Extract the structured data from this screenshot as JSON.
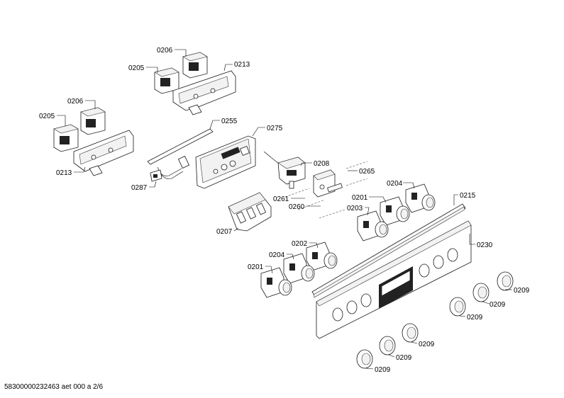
{
  "document_id": "58300000232463 aet 000 a 2/6",
  "callouts": [
    {
      "key": "c0206a",
      "text": "0206"
    },
    {
      "key": "c0205a",
      "text": "0205"
    },
    {
      "key": "c0213a",
      "text": "0213"
    },
    {
      "key": "c0206b",
      "text": "0206"
    },
    {
      "key": "c0205b",
      "text": "0205"
    },
    {
      "key": "c0213b",
      "text": "0213"
    },
    {
      "key": "c0255",
      "text": "0255"
    },
    {
      "key": "c0275",
      "text": "0275"
    },
    {
      "key": "c0287",
      "text": "0287"
    },
    {
      "key": "c0208",
      "text": "0208"
    },
    {
      "key": "c0265",
      "text": "0265"
    },
    {
      "key": "c0261",
      "text": "0261"
    },
    {
      "key": "c0260",
      "text": "0260"
    },
    {
      "key": "c0207",
      "text": "0207"
    },
    {
      "key": "c0204a",
      "text": "0204"
    },
    {
      "key": "c0201a",
      "text": "0201"
    },
    {
      "key": "c0203",
      "text": "0203"
    },
    {
      "key": "c0215",
      "text": "0215"
    },
    {
      "key": "c0230",
      "text": "0230"
    },
    {
      "key": "c0202",
      "text": "0202"
    },
    {
      "key": "c0204b",
      "text": "0204"
    },
    {
      "key": "c0201b",
      "text": "0201"
    },
    {
      "key": "c0209a",
      "text": "0209"
    },
    {
      "key": "c0209b",
      "text": "0209"
    },
    {
      "key": "c0209c",
      "text": "0209"
    },
    {
      "key": "c0209d",
      "text": "0209"
    },
    {
      "key": "c0209e",
      "text": "0209"
    },
    {
      "key": "c0209f",
      "text": "0209"
    }
  ]
}
